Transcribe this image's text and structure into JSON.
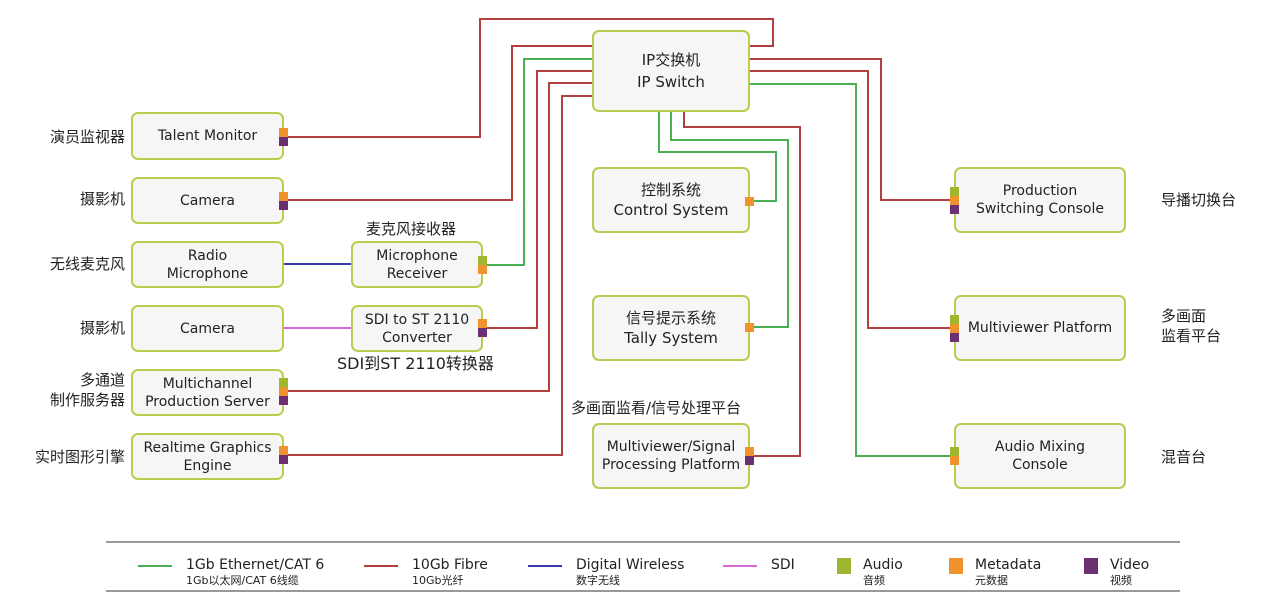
{
  "colors": {
    "ethernet": "#4cae52",
    "fibre": "#b0413e",
    "wireless": "#3a3aa8",
    "sdi": "#d86ad8",
    "audio": "#9db72e",
    "metadata": "#f0922e",
    "video": "#6c3072"
  },
  "nodes": {
    "ip_switch": {
      "zh": "IP交换机",
      "en": "IP Switch"
    },
    "talent_monitor": {
      "en": "Talent Monitor",
      "zh": "演员监视器"
    },
    "camera1": {
      "en": "Camera",
      "zh": "摄影机"
    },
    "radio_mic": {
      "en1": "Radio",
      "en2": "Microphone",
      "zh": "无线麦克风"
    },
    "camera2": {
      "en": "Camera",
      "zh": "摄影机"
    },
    "multichannel": {
      "en1": "Multichannel",
      "en2": "Production Server",
      "zh1": "多通道",
      "zh2": "制作服务器"
    },
    "realtime": {
      "en1": "Realtime Graphics",
      "en2": "Engine",
      "zh": "实时图形引擎"
    },
    "mic_receiver": {
      "en1": "Microphone",
      "en2": "Receiver",
      "zh": "麦克风接收器"
    },
    "sdi_converter": {
      "en1": "SDI to ST 2110",
      "en2": "Converter",
      "zh": "SDI到ST 2110转换器"
    },
    "control_system": {
      "zh": "控制系统",
      "en": "Control System"
    },
    "tally_system": {
      "zh": "信号提示系统",
      "en": "Tally System"
    },
    "mv_signal": {
      "en1": "Multiviewer/Signal",
      "en2": "Processing Platform",
      "zh": "多画面监看/信号处理平台"
    },
    "production_switching": {
      "en1": "Production",
      "en2": "Switching Console",
      "zh": "导播切换台"
    },
    "mv_platform": {
      "en": "Multiviewer Platform",
      "zh1": "多画面",
      "zh2": "监看平台"
    },
    "audio_mixing": {
      "en1": "Audio Mixing",
      "en2": "Console",
      "zh": "混音台"
    }
  },
  "legend": [
    {
      "en": "1Gb Ethernet/CAT 6",
      "zh": "1Gb以太网/CAT 6线缆"
    },
    {
      "en": "10Gb Fibre",
      "zh": "10Gb光纤"
    },
    {
      "en": "Digital Wireless",
      "zh": "数字无线"
    },
    {
      "en": "SDI",
      "zh": ""
    },
    {
      "en": "Audio",
      "zh": "音频"
    },
    {
      "en": "Metadata",
      "zh": "元数据"
    },
    {
      "en": "Video",
      "zh": "视频"
    }
  ]
}
